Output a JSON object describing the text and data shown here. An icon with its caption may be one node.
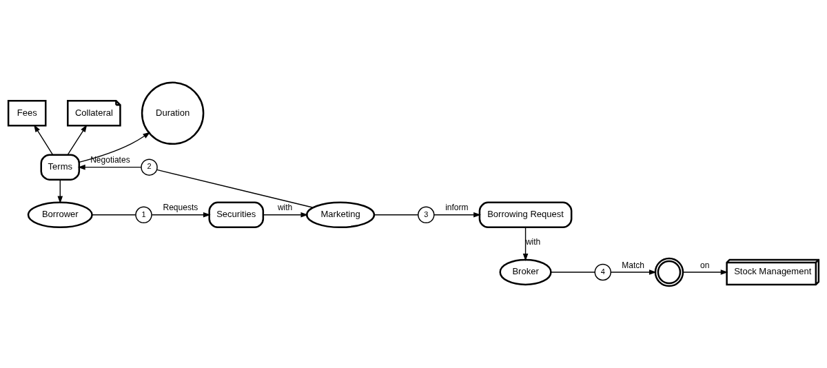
{
  "diagram": {
    "nodes": [
      {
        "text": [
          "Fees"
        ]
      },
      {
        "text": [
          "Collateral"
        ]
      },
      {
        "text": [
          "Duration"
        ]
      },
      {
        "text": [
          "Terms"
        ]
      },
      {
        "text": [
          "2"
        ]
      },
      {
        "text": [
          "Borrower"
        ]
      },
      {
        "text": [
          "1"
        ]
      },
      {
        "text": [
          "Marketing"
        ]
      },
      {
        "text": [
          "3"
        ]
      },
      {
        "text": [
          "Borrowing Request"
        ]
      },
      {
        "text": [
          "Securities"
        ]
      },
      {
        "text": [
          "Stock Management"
        ]
      },
      {
        "text": [],
        "shape": "picture"
      },
      {
        "text": [
          "4"
        ]
      },
      {
        "text": [
          "Broker"
        ]
      }
    ],
    "edges": [
      {
        "from": 3,
        "to": 1,
        "arrow": "to"
      },
      {
        "from": 3,
        "to": 0,
        "arrow": "to"
      },
      {
        "from": 3,
        "to": 2,
        "arrow": "to"
      },
      {
        "from": 3,
        "to": 5,
        "arrow": "to"
      },
      {
        "from": 5,
        "to": 6,
        "arrow": "none"
      },
      {
        "from": 6,
        "to": 10,
        "arrow": "to",
        "label": "Requests"
      },
      {
        "from": 10,
        "to": 7,
        "arrow": "to",
        "label": "with"
      },
      {
        "from": 7,
        "to": 4,
        "arrow": "none"
      },
      {
        "from": 4,
        "to": 3,
        "arrow": "to",
        "label": "Negotiates"
      },
      {
        "from": 7,
        "to": 8,
        "arrow": "none"
      },
      {
        "from": 8,
        "to": 9,
        "arrow": "to",
        "label": "inform"
      },
      {
        "from": 9,
        "to": 14,
        "arrow": "to",
        "label": "with"
      },
      {
        "from": 14,
        "to": 13,
        "arrow": "none"
      },
      {
        "from": 13,
        "to": 12,
        "arrow": "to",
        "label": "Match"
      },
      {
        "from": 12,
        "to": 11,
        "arrow": "to",
        "label": "on"
      }
    ]
  }
}
